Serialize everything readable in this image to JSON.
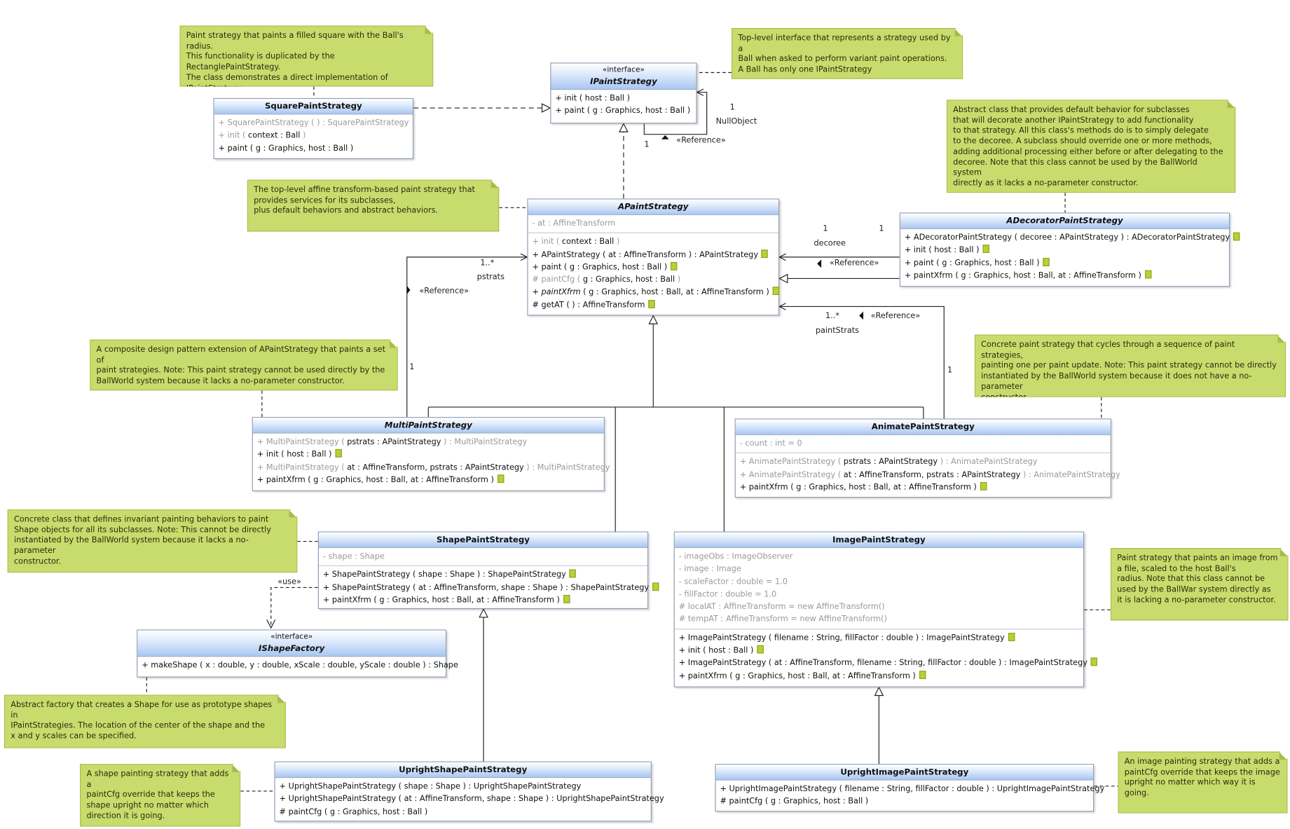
{
  "notes": {
    "square": "Paint strategy that paints a filled square with the Ball's radius.\nThis functionality is duplicated by the RectanglePaintStrategy.\nThe class demonstrates a direct implementation of\nIPaintStrategy.",
    "ipaint": "Top-level interface that represents a strategy used by a\nBall when asked to perform variant paint operations.\nA Ball has only one IPaintStrategy",
    "adecorator": "Abstract class that provides default behavior for subclasses\nthat will decorate another IPaintStrategy to add functionality\nto that strategy.   All this class's methods do is to simply delegate\nto the decoree.  A subclass should override one or more methods,\nadding additional processing either before or after delegating to the\ndecoree.  Note that this class cannot be used by the BallWorld system\ndirectly as it lacks a no-parameter constructor.",
    "apaint": "The top-level affine transform-based paint strategy that\nprovides services for its subclasses,\nplus default behaviors and abstract behaviors.",
    "multi": "A composite design pattern extension of APaintStrategy that paints a set of\npaint strategies. Note: This paint strategy cannot be used directly by the\nBallWorld system because it lacks a no-parameter constructor.",
    "animate": "Concrete paint strategy that cycles through a sequence of paint strategies,\npainting one per paint update. Note: This paint strategy cannot be directly\ninstantiated by the BallWorld system because it does not have a no-parameter\nconstructor.",
    "shape": "Concrete class that defines invariant painting behaviors to paint\nShape objects for all its subclasses. Note: This cannot be directly\ninstantiated by the BallWorld system because it lacks a no-parameter\nconstructor.",
    "image": "Paint strategy that paints an image from\na file, scaled to the host Ball's\nradius. Note that this class cannot be\nused by the BallWar system directly as\nit is lacking a no-parameter constructor.",
    "ishape": "Abstract factory that creates a Shape for use as prototype shapes in\nIPaintStrategies.  The location of the center of the shape and the\nx and y scales can be specified.",
    "uprightshape": "A shape painting strategy that adds a\npaintCfg override that keeps the\nshape upright no matter which\ndirection it is going.",
    "uprightimage": "An image painting strategy that adds a\npaintCfg override that keeps the image\nupright no matter which way it is\ngoing."
  },
  "classes": {
    "ipaint": {
      "stereotype": "«interface»",
      "name": "IPaintStrategy",
      "ops": [
        {
          "pre": "+ init ( ",
          "main": "host : Ball",
          "post": " )"
        },
        {
          "pre": "+ paint ( ",
          "main": "g : Graphics, host : Ball",
          "post": " )"
        }
      ]
    },
    "square": {
      "name": "SquarePaintStrategy",
      "ops": [
        {
          "pre": "+ SquarePaintStrategy ( )  :  SquarePaintStrategy",
          "main": "",
          "post": ""
        },
        {
          "pre": "+ init ( ",
          "main": "context : Ball",
          "post": " )"
        },
        {
          "pre": "+ paint ( g : Graphics, host : Ball )",
          "main": "",
          "post": ""
        }
      ]
    },
    "apaint": {
      "name": "APaintStrategy",
      "attrs": [
        "- at : AffineTransform"
      ],
      "ops": [
        {
          "pre": "+ init ( ",
          "main": "context : Ball",
          "post": " )"
        },
        {
          "pre": "+ APaintStrategy ( at : AffineTransform )  :  APaintStrategy",
          "main": "",
          "post": ""
        },
        {
          "pre": "+ paint ( g : Graphics, host : Ball )",
          "main": "",
          "post": ""
        },
        {
          "pre": "# paintCfg ( ",
          "main": "g : Graphics, host : Ball",
          "post": " )"
        },
        {
          "pre": "+ ",
          "main": "paintXfrm",
          "post": " ( g : Graphics, host : Ball, at : AffineTransform )"
        },
        {
          "pre": "# getAT ( )  :  AffineTransform",
          "main": "",
          "post": ""
        }
      ]
    },
    "adecorator": {
      "name": "ADecoratorPaintStrategy",
      "ops": [
        {
          "pre": "+ ADecoratorPaintStrategy ( decoree : APaintStrategy )  :  ADecoratorPaintStrategy",
          "main": "",
          "post": ""
        },
        {
          "pre": "+ init ( host : Ball )",
          "main": "",
          "post": ""
        },
        {
          "pre": "+ paint ( g : Graphics, host : Ball )",
          "main": "",
          "post": ""
        },
        {
          "pre": "+ paintXfrm ( g : Graphics, host : Ball, at : AffineTransform )",
          "main": "",
          "post": ""
        }
      ]
    },
    "multi": {
      "name": "MultiPaintStrategy",
      "ops": [
        {
          "pre": "+ MultiPaintStrategy ( ",
          "main": "pstrats : APaintStrategy",
          "post": " )  :  MultiPaintStrategy"
        },
        {
          "pre": "+ init ( host : Ball )",
          "main": "",
          "post": ""
        },
        {
          "pre": "+ MultiPaintStrategy ( ",
          "main": "at : AffineTransform, pstrats : APaintStrategy",
          "post": " )  :  MultiPaintStrategy"
        },
        {
          "pre": "+ paintXfrm ( g : Graphics, host : Ball, at : AffineTransform )",
          "main": "",
          "post": ""
        }
      ]
    },
    "animate": {
      "name": "AnimatePaintStrategy",
      "attrs": [
        "- count : int = 0"
      ],
      "ops": [
        {
          "pre": "+ AnimatePaintStrategy ( ",
          "main": "pstrats : APaintStrategy",
          "post": " )  :  AnimatePaintStrategy"
        },
        {
          "pre": "+ AnimatePaintStrategy ( ",
          "main": "at : AffineTransform, pstrats : APaintStrategy",
          "post": " )  :  AnimatePaintStrategy"
        },
        {
          "pre": "+ paintXfrm ( g : Graphics, host : Ball, at : AffineTransform )",
          "main": "",
          "post": ""
        }
      ]
    },
    "shape": {
      "name": "ShapePaintStrategy",
      "attrs": [
        "- shape : Shape"
      ],
      "ops": [
        {
          "pre": "+ ShapePaintStrategy ( shape : Shape )  :  ShapePaintStrategy",
          "main": "",
          "post": ""
        },
        {
          "pre": "+ ShapePaintStrategy ( at : AffineTransform, shape : Shape )  :  ShapePaintStrategy",
          "main": "",
          "post": ""
        },
        {
          "pre": "+ paintXfrm ( g : Graphics, host : Ball, at : AffineTransform )",
          "main": "",
          "post": ""
        }
      ]
    },
    "image": {
      "name": "ImagePaintStrategy",
      "attrs": [
        "- imageObs : ImageObserver",
        "- image : Image",
        "- scaleFactor : double = 1.0",
        "- fillFactor : double = 1.0",
        "# localAT : AffineTransform = new AffineTransform()",
        "# tempAT : AffineTransform = new AffineTransform()"
      ],
      "ops": [
        {
          "pre": "+ ImagePaintStrategy ( filename : String, fillFactor : double )  :  ImagePaintStrategy",
          "main": "",
          "post": ""
        },
        {
          "pre": "+ init ( host : Ball )",
          "main": "",
          "post": ""
        },
        {
          "pre": "+ ImagePaintStrategy ( at : AffineTransform, filename : String, fillFactor : double )  :  ImagePaintStrategy",
          "main": "",
          "post": ""
        },
        {
          "pre": "+ paintXfrm ( g : Graphics, host : Ball, at : AffineTransform )",
          "main": "",
          "post": ""
        }
      ]
    },
    "ishape": {
      "stereotype": "«interface»",
      "name": "IShapeFactory",
      "ops": [
        {
          "pre": "+ makeShape ( x : double, y : double, xScale : double, yScale : double )  :  Shape",
          "main": "",
          "post": ""
        }
      ]
    },
    "uprightshape": {
      "name": "UprightShapePaintStrategy",
      "ops": [
        {
          "pre": "+ UprightShapePaintStrategy ( shape : Shape )  :  UprightShapePaintStrategy",
          "main": "",
          "post": ""
        },
        {
          "pre": "+ UprightShapePaintStrategy ( at : AffineTransform, shape : Shape )  :  UprightShapePaintStrategy",
          "main": "",
          "post": ""
        },
        {
          "pre": "# paintCfg ( g : Graphics, host : Ball )",
          "main": "",
          "post": ""
        }
      ]
    },
    "uprightimage": {
      "name": "UprightImagePaintStrategy",
      "ops": [
        {
          "pre": "+ UprightImagePaintStrategy ( filename : String, fillFactor : double )  :  UprightImagePaintStrategy",
          "main": "",
          "post": ""
        },
        {
          "pre": "# paintCfg ( g : Graphics, host : Ball )",
          "main": "",
          "post": ""
        }
      ]
    }
  },
  "labels": {
    "self_mult": "1",
    "self_role": "NullObject",
    "self_mult2": "1",
    "self_ref": "«Reference»",
    "multi_mult": "1..*",
    "multi_role": "pstrats",
    "multi_ref": "«Reference»",
    "multi_one": "1",
    "dec_one_a": "1",
    "dec_one_b": "1",
    "dec_role": "decoree",
    "dec_ref": "«Reference»",
    "anim_mult": "1..*",
    "anim_ref": "«Reference»",
    "anim_role": "paintStrats",
    "anim_one": "1",
    "use": "«use»"
  }
}
